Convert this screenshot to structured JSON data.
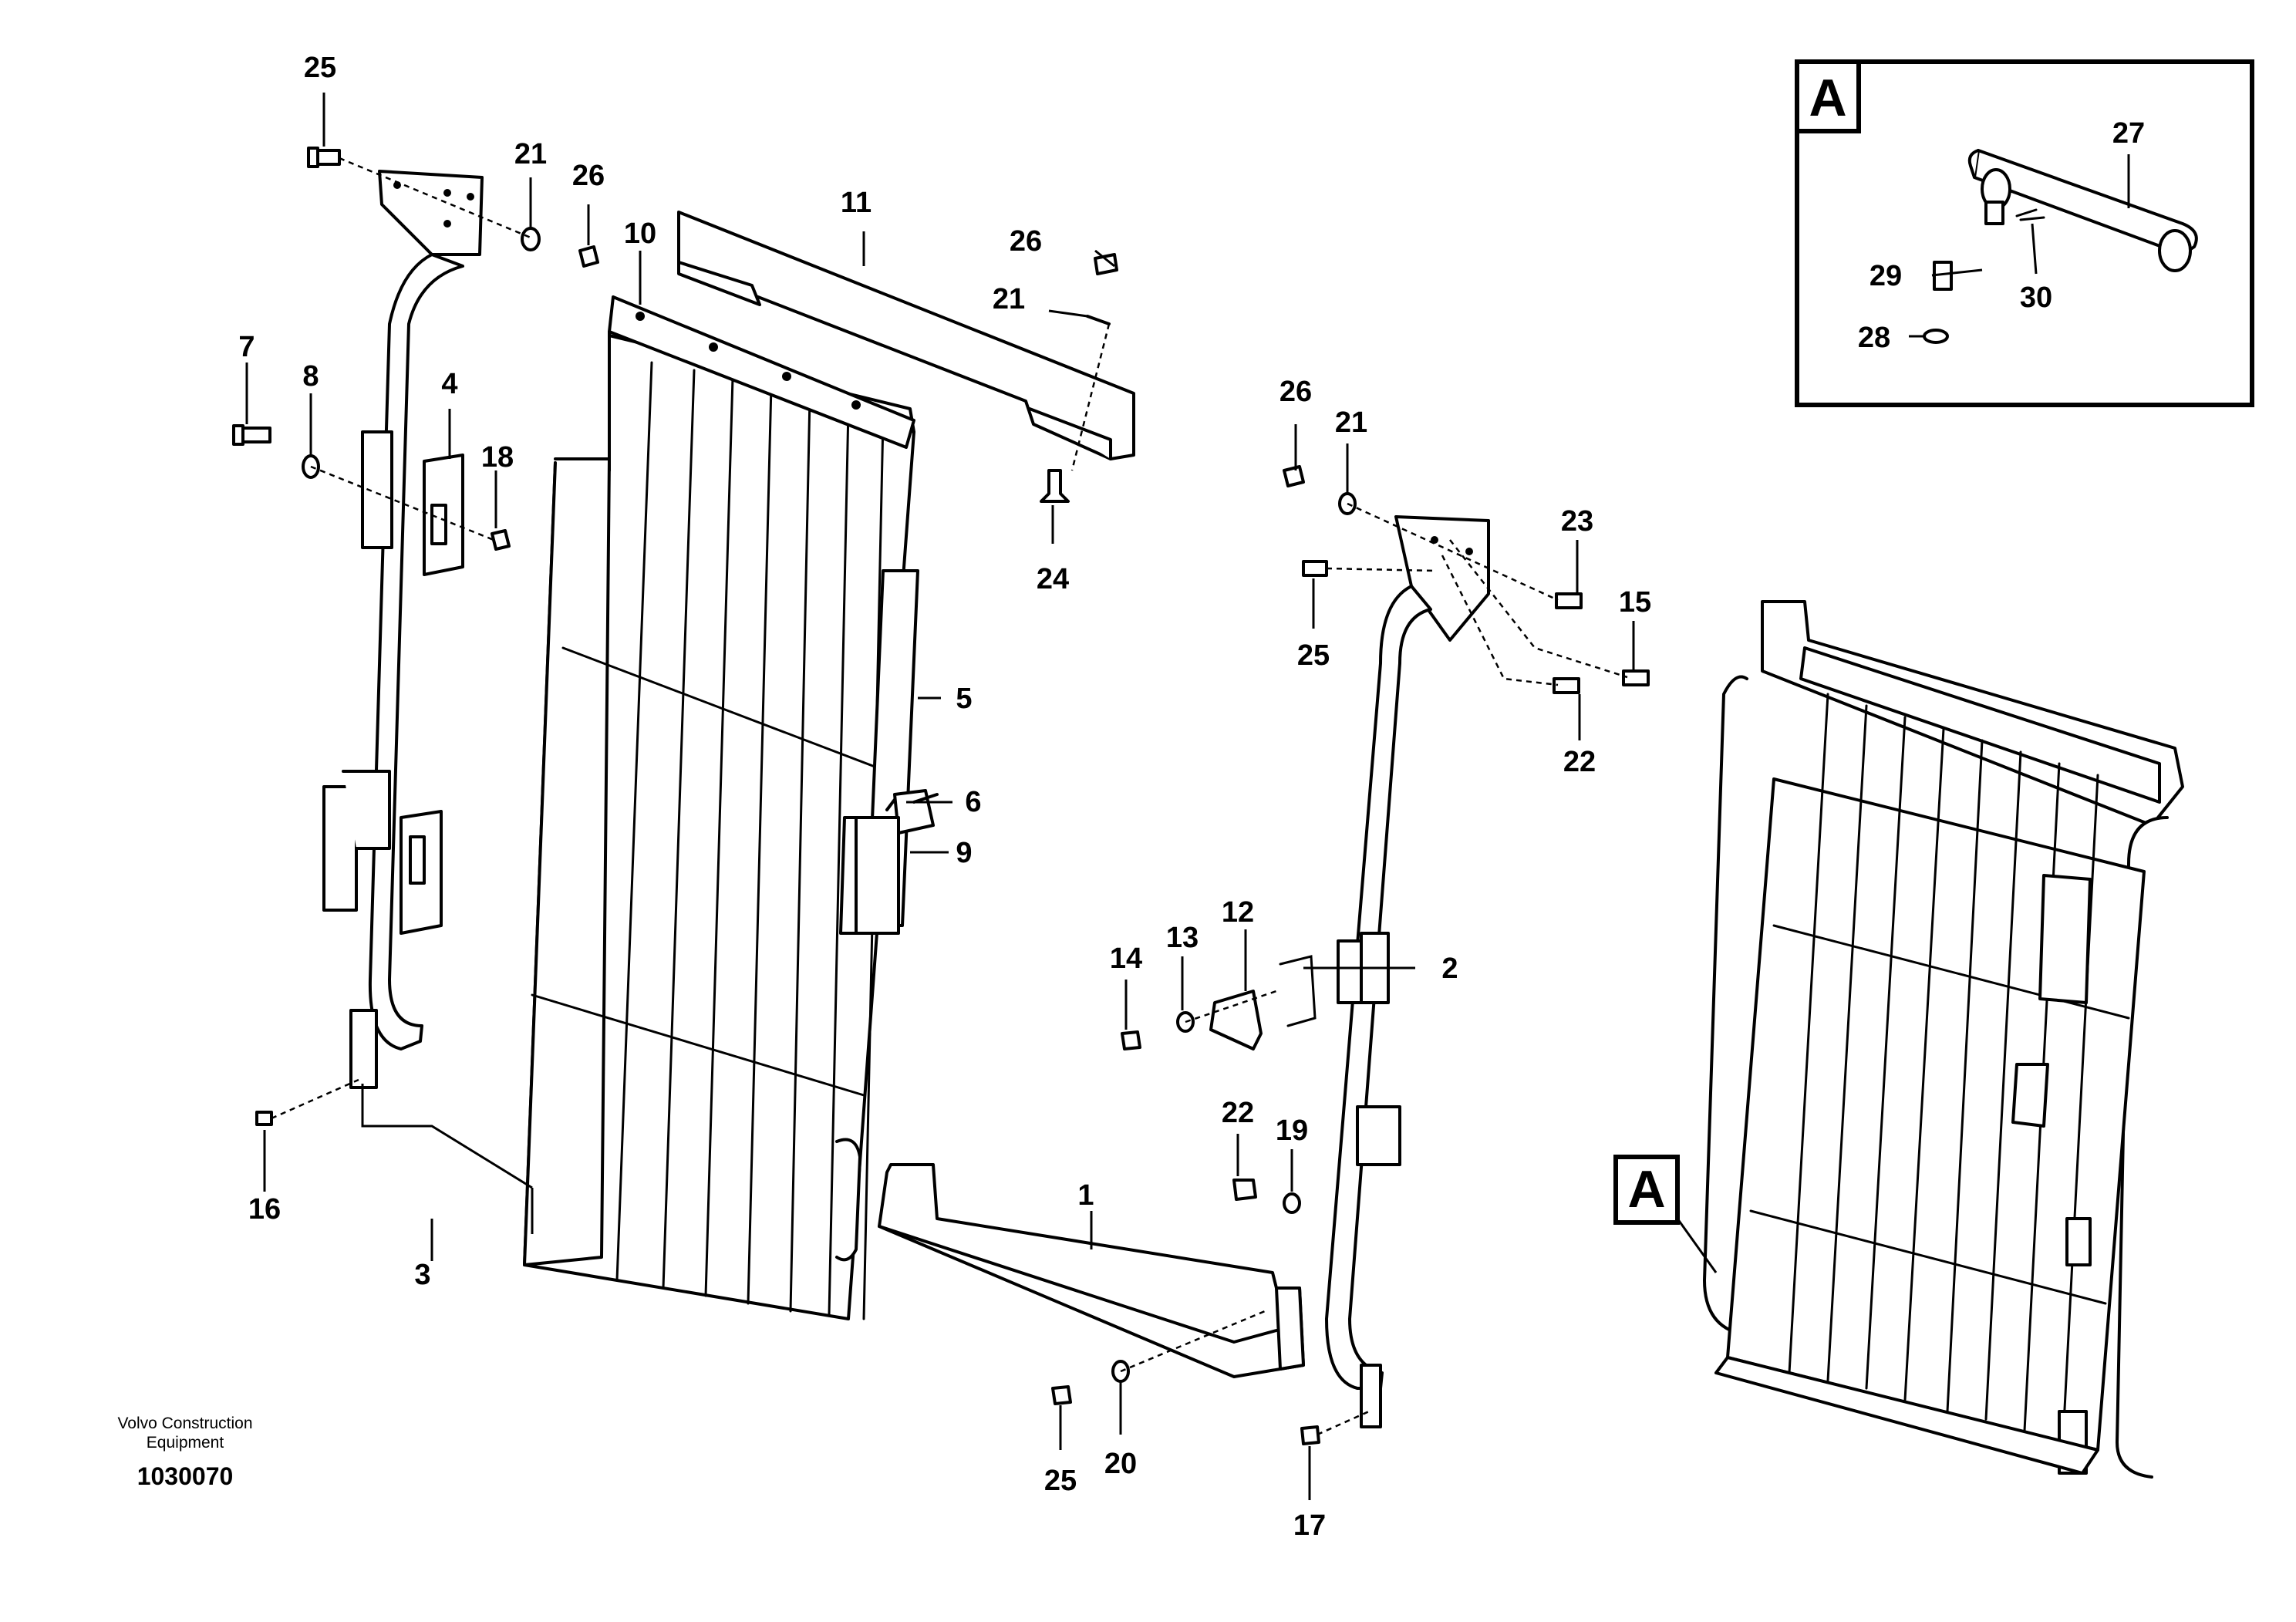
{
  "diagram": {
    "brand_line1": "Volvo Construction",
    "brand_line2": "Equipment",
    "document_number": "1030070",
    "detail_view_letter": "A",
    "reference_letter": "A",
    "callouts": {
      "c1": "1",
      "c2": "2",
      "c3": "3",
      "c4": "4",
      "c5": "5",
      "c6": "6",
      "c7": "7",
      "c8": "8",
      "c9": "9",
      "c10": "10",
      "c11": "11",
      "c12": "12",
      "c13": "13",
      "c14": "14",
      "c15": "15",
      "c16": "16",
      "c17": "17",
      "c18": "18",
      "c19": "19",
      "c20": "20",
      "c21a": "21",
      "c21b": "21",
      "c21c": "21",
      "c22a": "22",
      "c22b": "22",
      "c23": "23",
      "c24": "24",
      "c25a": "25",
      "c25b": "25",
      "c25c": "25",
      "c26a": "26",
      "c26b": "26",
      "c26c": "26",
      "c27": "27",
      "c28": "28",
      "c29": "29",
      "c30": "30"
    }
  }
}
